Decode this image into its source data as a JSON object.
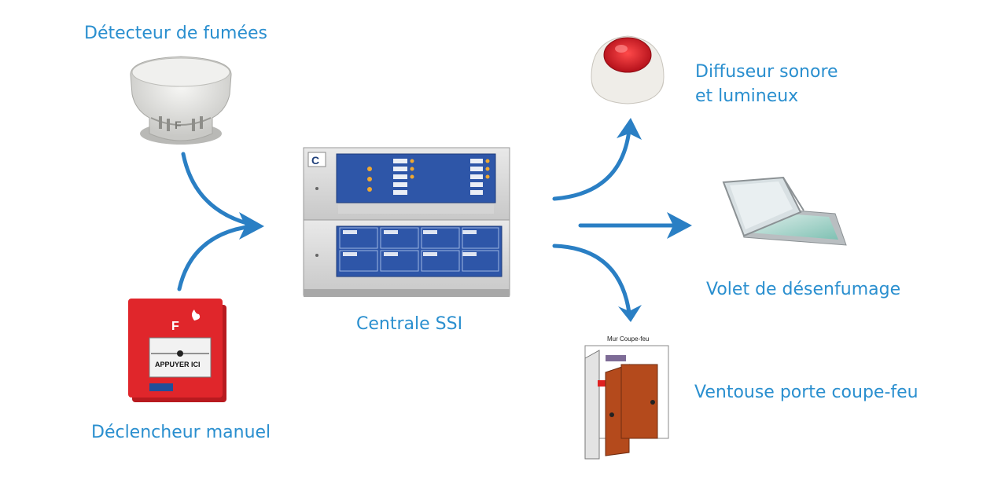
{
  "labels": {
    "smoke_detector": "Détecteur de fumées",
    "manual_call_point": "Déclencheur manuel",
    "central_unit": "Centrale SSI",
    "sounder_line1": "Diffuseur sonore",
    "sounder_line2": "et lumineux",
    "smoke_vent": "Volet de désenfumage",
    "door_holder": "Ventouse porte coupe-feu",
    "fire_wall": "Mur Coupe-feu"
  },
  "call_point_text": {
    "letter": "F",
    "press": "APPUYER ICI"
  },
  "colors": {
    "arrow": "#2a7fc4",
    "label": "#2a8fcf",
    "call_point_red": "#e0262b",
    "panel_blue": "#2e56a8",
    "door_brown": "#b44a1c"
  }
}
